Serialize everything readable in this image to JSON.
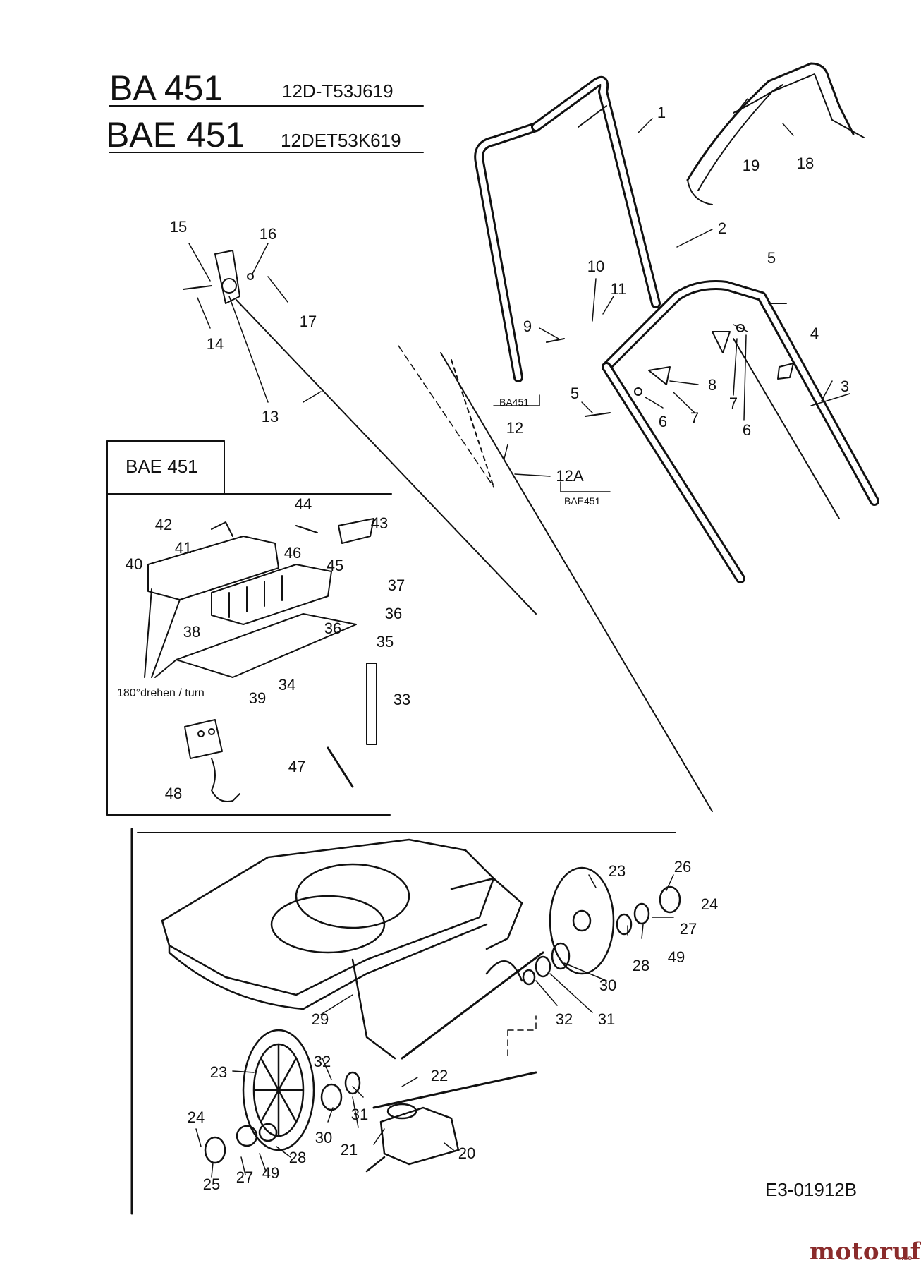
{
  "header": {
    "model_1": "BA 451",
    "code_1": "12D-T53J619",
    "model_2": "BAE 451",
    "code_2": "12DET53K619"
  },
  "inset": {
    "title": "BAE 451",
    "rotate_note": "180°drehen / turn"
  },
  "variant_tags": {
    "ba451": "BA451",
    "bae451": "BAE451"
  },
  "labels": {
    "p1": "1",
    "p2": "2",
    "p3": "3",
    "p4": "4",
    "p5a": "5",
    "p5b": "5",
    "p6a": "6",
    "p6b": "6",
    "p7a": "7",
    "p7b": "7",
    "p8": "8",
    "p9": "9",
    "p10": "10",
    "p11": "11",
    "p12": "12",
    "p12a": "12A",
    "p13a": "13",
    "p14": "14",
    "p15": "15",
    "p16": "16",
    "p17": "17",
    "p18": "18",
    "p19": "19",
    "p33": "33",
    "p34": "34",
    "p35": "35",
    "p36a": "36",
    "p36b": "36",
    "p37": "37",
    "p38": "38",
    "p39": "39",
    "p40": "40",
    "p41": "41",
    "p42": "42",
    "p43": "43",
    "p44": "44",
    "p45": "45",
    "p46": "46",
    "p47": "47",
    "p48": "48",
    "p20": "20",
    "p21": "21",
    "p22": "22",
    "p23a": "23",
    "p23b": "23",
    "p24a": "24",
    "p24b": "24",
    "p25": "25",
    "p26": "26",
    "p27a": "27",
    "p27b": "27",
    "p28a": "28",
    "p28b": "28",
    "p29": "29",
    "p30a": "30",
    "p30b": "30",
    "p31a": "31",
    "p31b": "31",
    "p32a": "32",
    "p32b": "32",
    "p49a": "49",
    "p49b": "49"
  },
  "footer": {
    "drawing_id": "E3-01912B",
    "brand": "motoruf",
    "brand_suffix": ".de"
  }
}
